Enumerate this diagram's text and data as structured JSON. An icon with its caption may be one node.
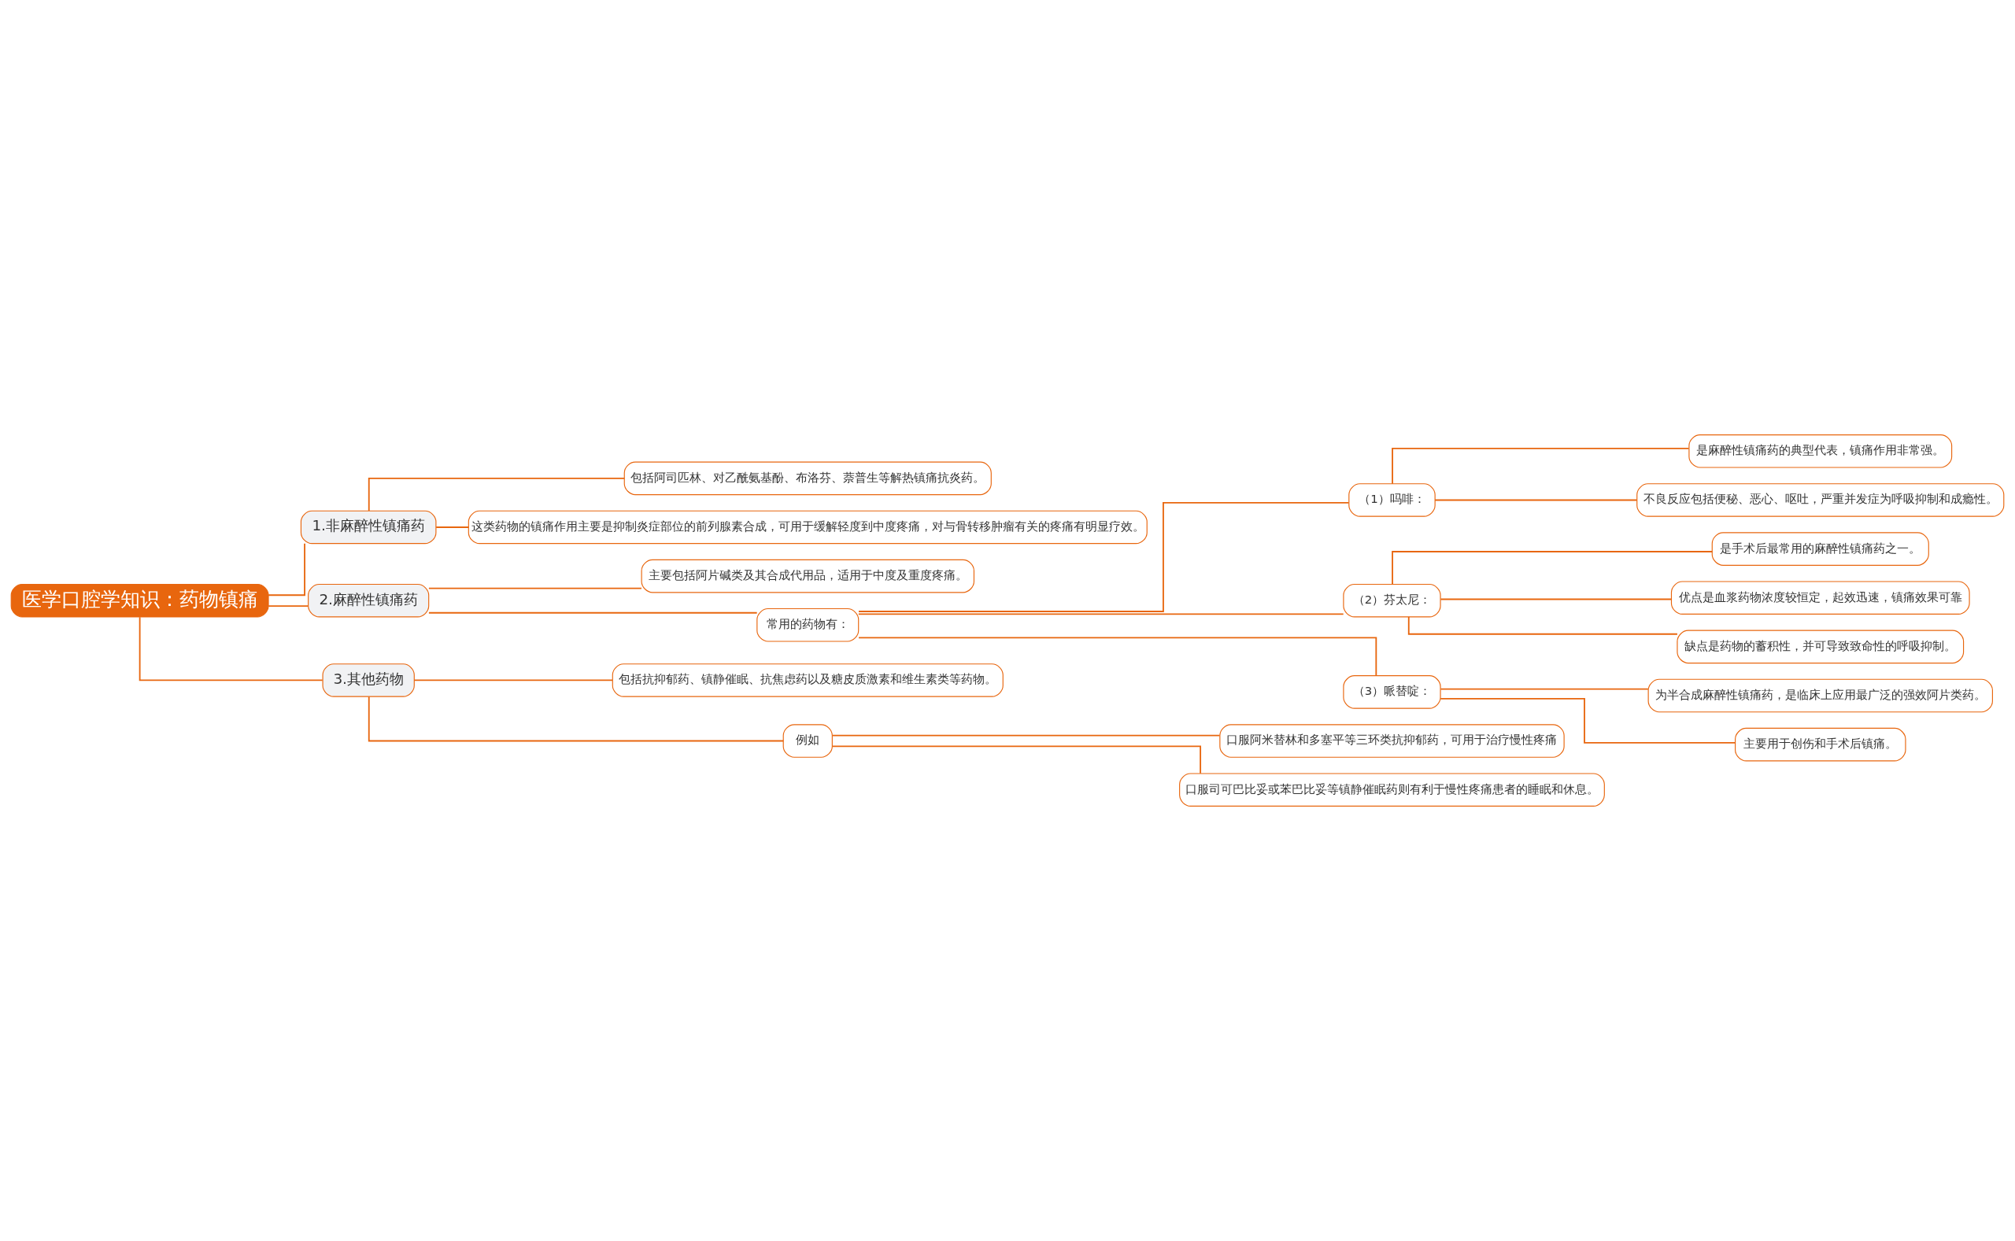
{
  "diagram": {
    "nodes": [
      {
        "text": [
          "医学口腔学知识：药物镇痛"
        ]
      },
      {
        "text": [
          "1.非麻醉性镇痛药"
        ]
      },
      {
        "text": [
          "包括阿司匹林、对乙酰氨基酚、布洛芬、萘普生等解热镇痛抗炎药。"
        ]
      },
      {
        "text": [
          "这类药物的镇痛作用主要是抑制炎症部位的前列腺素合成，可用于缓解轻度到中度疼痛，对与骨转移肿瘤有关的疼痛有明显疗效。"
        ]
      },
      {
        "text": [
          "2.麻醉性镇痛药"
        ]
      },
      {
        "text": [
          "主要包括阿片碱类及其合成代用品，适用于中度及重度疼痛。"
        ]
      },
      {
        "text": [
          "常用的药物有："
        ]
      },
      {
        "text": [
          "（1）吗啡："
        ]
      },
      {
        "text": [
          "是麻醉性镇痛药的典型代表，镇痛作用非常强。"
        ]
      },
      {
        "text": [
          "不良反应包括便秘、恶心、呕吐，严重并发症为呼吸抑制和成瘾性。"
        ]
      },
      {
        "text": [
          "（2）芬太尼："
        ]
      },
      {
        "text": [
          "是手术后最常用的麻醉性镇痛药之一。"
        ]
      },
      {
        "text": [
          "优点是血浆药物浓度较恒定，起效迅速，镇痛效果可靠"
        ]
      },
      {
        "text": [
          "缺点是药物的蓄积性，并可导致致命性的呼吸抑制。"
        ]
      },
      {
        "text": [
          "（3）哌替啶："
        ]
      },
      {
        "text": [
          "为半合成麻醉性镇痛药，是临床上应用最广泛的强效阿片类药。"
        ]
      },
      {
        "text": [
          "主要用于创伤和手术后镇痛。"
        ]
      },
      {
        "text": [
          "3.其他药物"
        ]
      },
      {
        "text": [
          "包括抗抑郁药、镇静催眠、抗焦虑药以及糖皮质激素和维生素类等药物。"
        ]
      },
      {
        "text": [
          "例如"
        ]
      },
      {
        "text": [
          "口服阿米替林和多塞平等三环类抗抑郁药，可用于治疗慢性疼痛"
        ]
      },
      {
        "text": [
          "口服司可巴比妥或苯巴比妥等镇静催眠药则有利于慢性疼痛患者的睡眠和休息。"
        ]
      }
    ],
    "edges": [
      {
        "from": 0,
        "to": 1,
        "arrow": "none"
      },
      {
        "from": 1,
        "to": 2,
        "arrow": "none"
      },
      {
        "from": 1,
        "to": 3,
        "arrow": "none"
      },
      {
        "from": 0,
        "to": 4,
        "arrow": "none"
      },
      {
        "from": 4,
        "to": 5,
        "arrow": "none"
      },
      {
        "from": 4,
        "to": 6,
        "arrow": "none"
      },
      {
        "from": 6,
        "to": 7,
        "arrow": "none"
      },
      {
        "from": 7,
        "to": 8,
        "arrow": "none"
      },
      {
        "from": 7,
        "to": 9,
        "arrow": "none"
      },
      {
        "from": 6,
        "to": 10,
        "arrow": "none"
      },
      {
        "from": 10,
        "to": 11,
        "arrow": "none"
      },
      {
        "from": 10,
        "to": 12,
        "arrow": "none"
      },
      {
        "from": 10,
        "to": 13,
        "arrow": "none"
      },
      {
        "from": 6,
        "to": 14,
        "arrow": "none"
      },
      {
        "from": 14,
        "to": 15,
        "arrow": "none"
      },
      {
        "from": 14,
        "to": 16,
        "arrow": "none"
      },
      {
        "from": 0,
        "to": 17,
        "arrow": "none"
      },
      {
        "from": 17,
        "to": 18,
        "arrow": "none"
      },
      {
        "from": 17,
        "to": 19,
        "arrow": "none"
      },
      {
        "from": 19,
        "to": 20,
        "arrow": "none"
      },
      {
        "from": 19,
        "to": 21,
        "arrow": "none"
      }
    ]
  }
}
